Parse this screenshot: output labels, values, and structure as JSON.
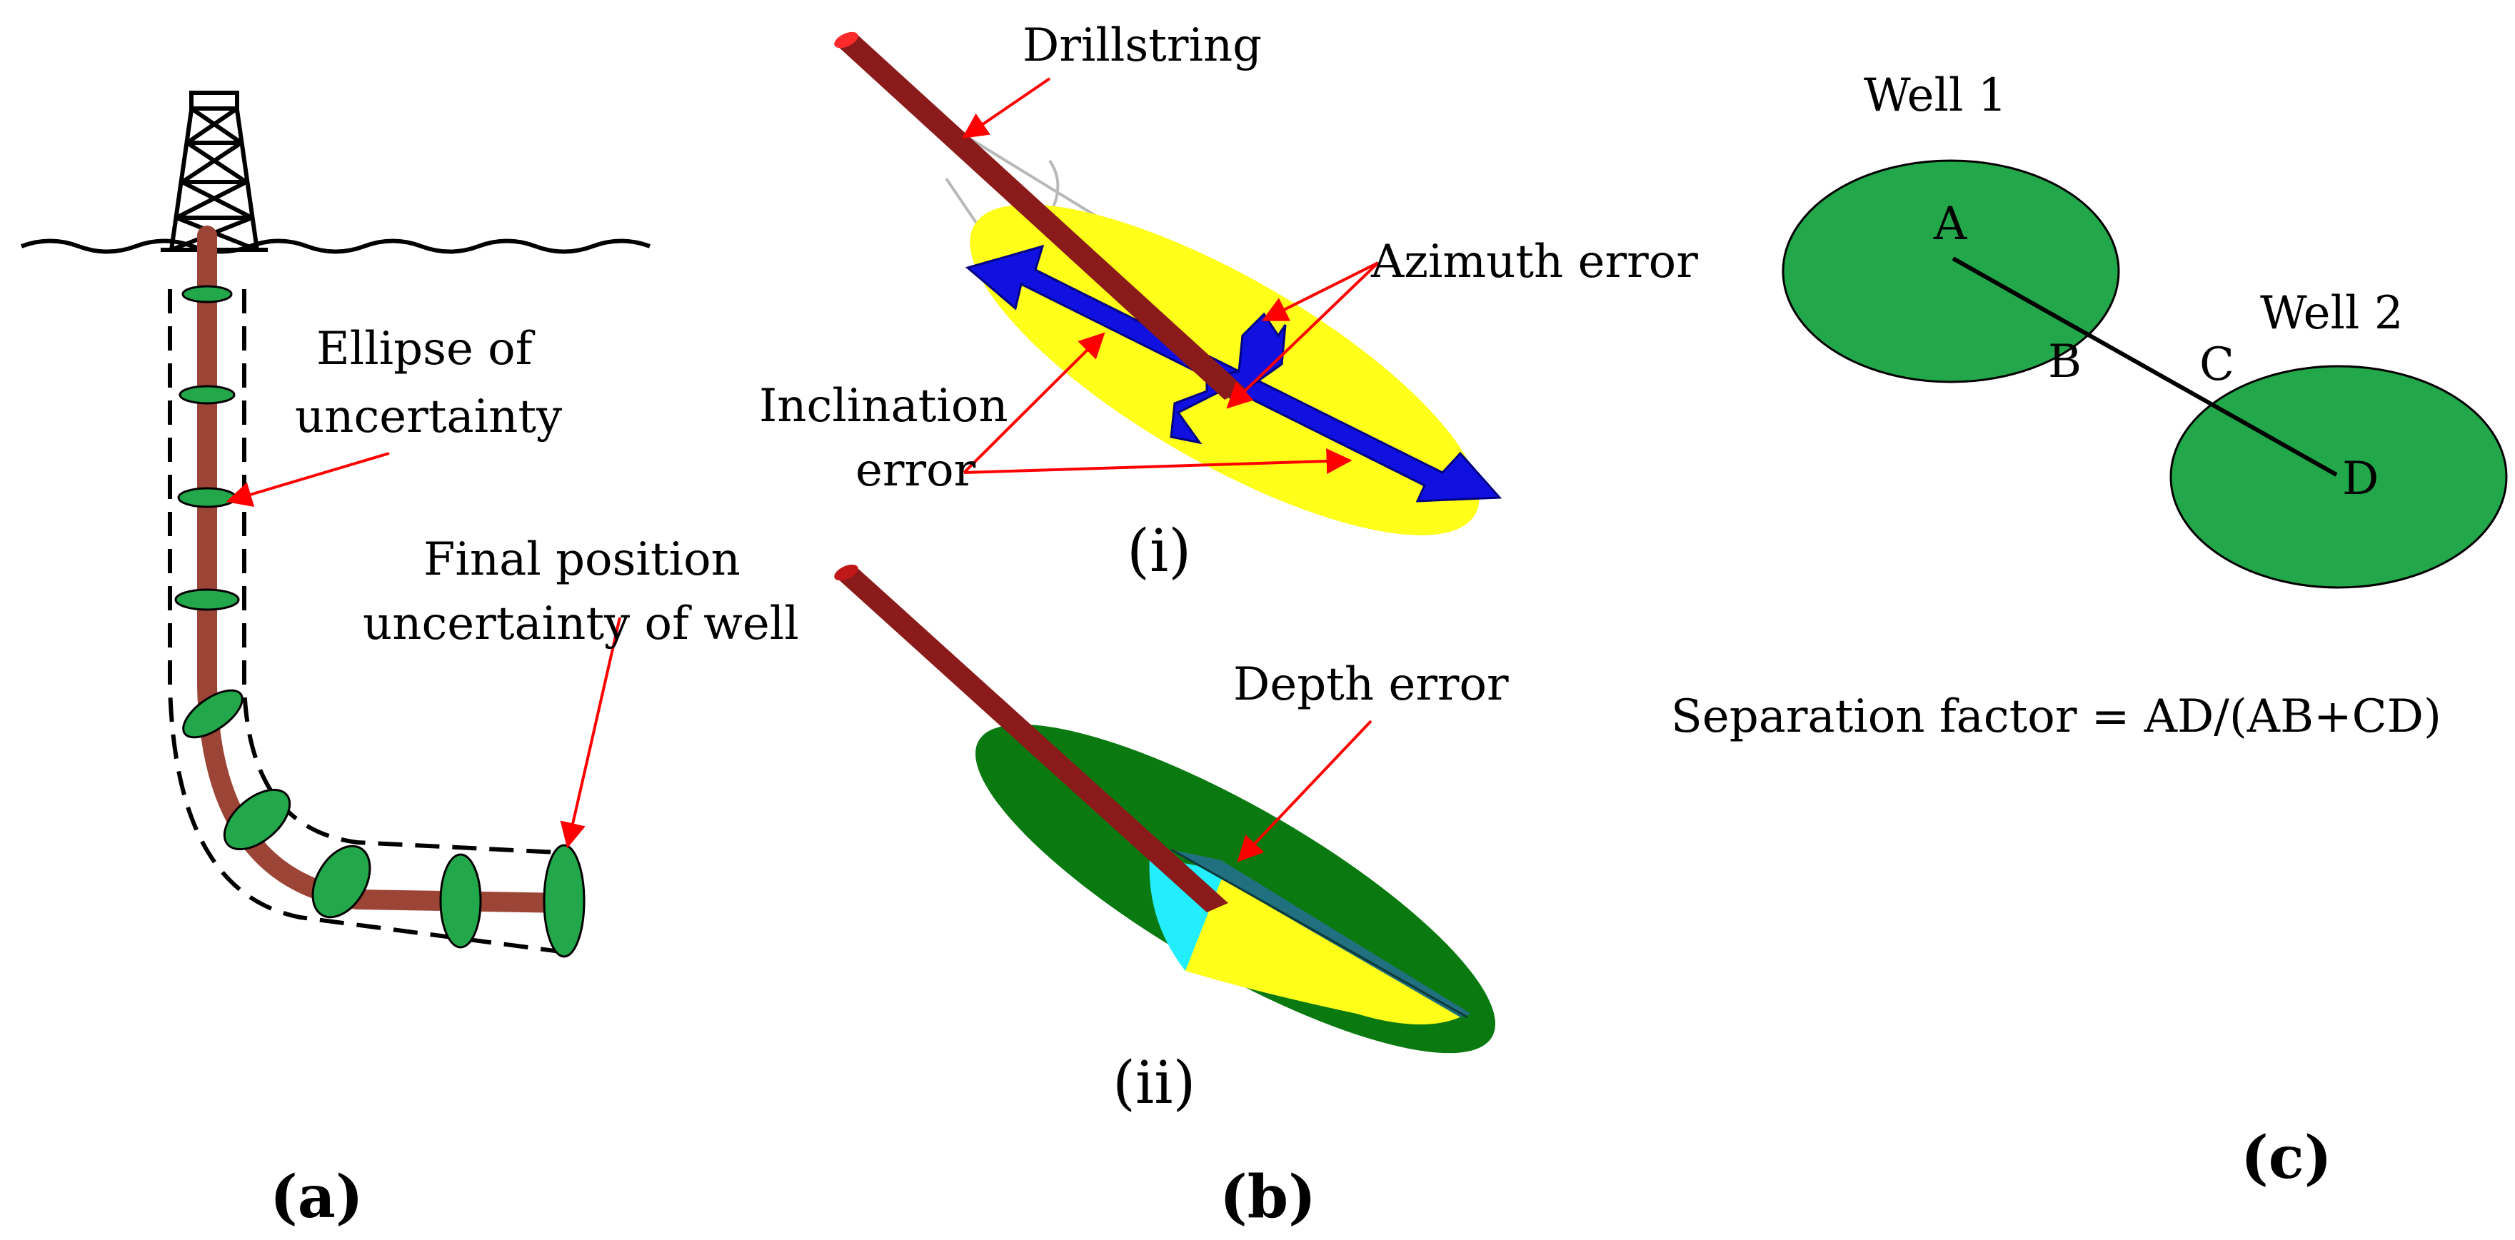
{
  "panel_a": {
    "label": "(a)",
    "annotations": {
      "ellipse_line1": "Ellipse of",
      "ellipse_line2": "uncertainty",
      "final_line1": "Final position",
      "final_line2": "uncertainty of well"
    }
  },
  "panel_b": {
    "label": "(b)",
    "top": {
      "label": "(i)",
      "drillstring": "Drillstring",
      "azimuth": "Azimuth error",
      "inclination_line1": "Inclination",
      "inclination_line2": "error"
    },
    "bottom": {
      "label": "(ii)",
      "depth": "Depth error"
    }
  },
  "panel_c": {
    "label": "(c)",
    "well1": "Well 1",
    "well2": "Well 2",
    "points": {
      "A": "A",
      "B": "B",
      "C": "C",
      "D": "D"
    },
    "formula": "Separation factor = AD/(AB+CD)"
  },
  "colors": {
    "ellipse_green": "#22a84a",
    "drillstring": "#8b1a1a",
    "pipe": "#9c4436",
    "arrow_blue": "#1010e0",
    "plane_yellow": "#ffff1a",
    "annotation_red": "#ff0000",
    "depth_cyan": "#22eeff",
    "depth_teal": "#207080"
  },
  "icons": [
    "drilling-rig-icon"
  ]
}
